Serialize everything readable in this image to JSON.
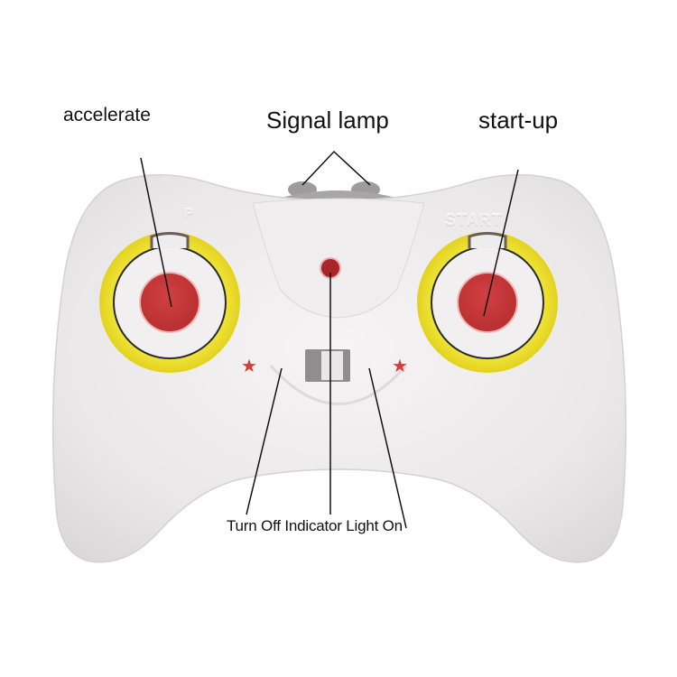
{
  "diagram": {
    "subject": "RC remote controller",
    "labels": {
      "accelerate": "accelerate",
      "signal_lamp": "Signal lamp",
      "start_up": "start-up",
      "switch_caption": "Turn Off Indicator Light On"
    },
    "embossed_text": {
      "left_stick": "P",
      "right_stick": "START"
    },
    "colors": {
      "body": "#ededed",
      "ring": "#f3e83a",
      "stick_cap": "#c9373a",
      "signal_lamp": "#a8262b",
      "stars": "#d93a3a",
      "leader_lines": "#111111"
    }
  }
}
